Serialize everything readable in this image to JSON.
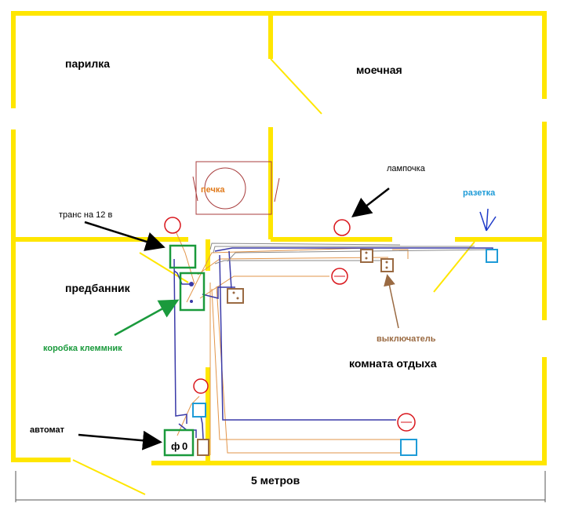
{
  "rooms": {
    "steam_room": "парилка",
    "washroom": "моечная",
    "dressing_room": "предбанник",
    "rest_room": "комната отдыха"
  },
  "annotations": {
    "stove": "печка",
    "lamp": "лампочка",
    "socket": "разетка",
    "transformer": "транс на 12 в",
    "junction_box": "коробка клеммник",
    "switch": "выключатель",
    "breaker": "автомат",
    "breaker_phase": "ф",
    "breaker_zero": "0"
  },
  "dimension": "5 метров",
  "colors": {
    "wall": "#ffe600",
    "lamp": "#d9161c",
    "box_green": "#1a9a3c",
    "switch_brown": "#9a6a42",
    "socket_blue": "#1e9bd7",
    "wire_blue": "#3a3aa8",
    "wire_orange": "#e2954a",
    "stove_outline": "#a83c3c",
    "arrow_black": "#000000",
    "label_orange": "#e07a1c",
    "label_green": "#1a9a3c",
    "label_brown": "#9a6a42",
    "label_blue": "#1e9bd7"
  }
}
